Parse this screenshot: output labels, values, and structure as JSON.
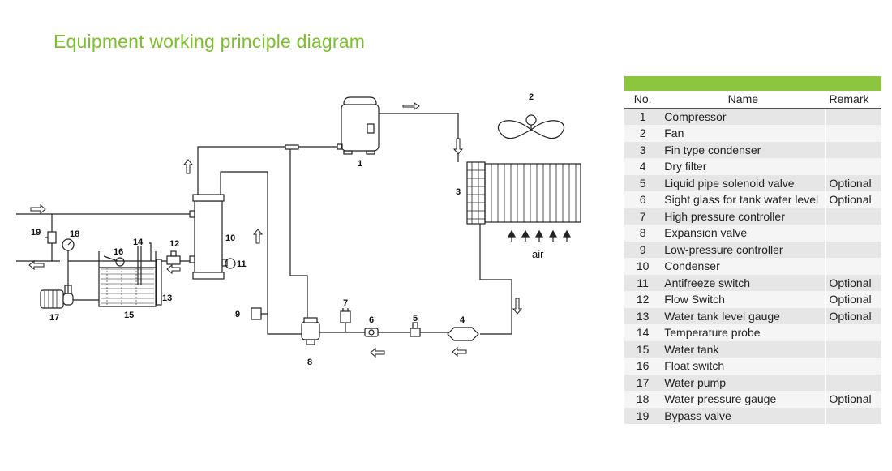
{
  "title": "Equipment working principle diagram",
  "diagram": {
    "labels": [
      "1",
      "2",
      "3",
      "4",
      "5",
      "6",
      "7",
      "8",
      "9",
      "10",
      "11",
      "12",
      "13",
      "14",
      "15",
      "16",
      "17",
      "18",
      "19"
    ],
    "air_label": "air"
  },
  "legend": {
    "headers": {
      "no": "No.",
      "name": "Name",
      "remark": "Remark"
    },
    "rows": [
      {
        "no": "1",
        "name": "Compressor",
        "remark": ""
      },
      {
        "no": "2",
        "name": "Fan",
        "remark": ""
      },
      {
        "no": "3",
        "name": "Fin type condenser",
        "remark": ""
      },
      {
        "no": "4",
        "name": "Dry filter",
        "remark": ""
      },
      {
        "no": "5",
        "name": "Liquid pipe solenoid valve",
        "remark": "Optional"
      },
      {
        "no": "6",
        "name": "Sight glass for tank water level",
        "remark": "Optional"
      },
      {
        "no": "7",
        "name": "High pressure controller",
        "remark": ""
      },
      {
        "no": "8",
        "name": "Expansion valve",
        "remark": ""
      },
      {
        "no": "9",
        "name": "Low-pressure controller",
        "remark": ""
      },
      {
        "no": "10",
        "name": "Condenser",
        "remark": ""
      },
      {
        "no": "11",
        "name": "Antifreeze switch",
        "remark": "Optional"
      },
      {
        "no": "12",
        "name": "Flow Switch",
        "remark": "Optional"
      },
      {
        "no": "13",
        "name": "Water tank level gauge",
        "remark": "Optional"
      },
      {
        "no": "14",
        "name": "Temperature probe",
        "remark": ""
      },
      {
        "no": "15",
        "name": "Water tank",
        "remark": ""
      },
      {
        "no": "16",
        "name": "Float switch",
        "remark": ""
      },
      {
        "no": "17",
        "name": "Water pump",
        "remark": ""
      },
      {
        "no": "18",
        "name": "Water pressure gauge",
        "remark": "Optional"
      },
      {
        "no": "19",
        "name": "Bypass valve",
        "remark": ""
      }
    ]
  },
  "colors": {
    "title": "#7cbf2b",
    "table_header_bar": "#8cc63f"
  }
}
